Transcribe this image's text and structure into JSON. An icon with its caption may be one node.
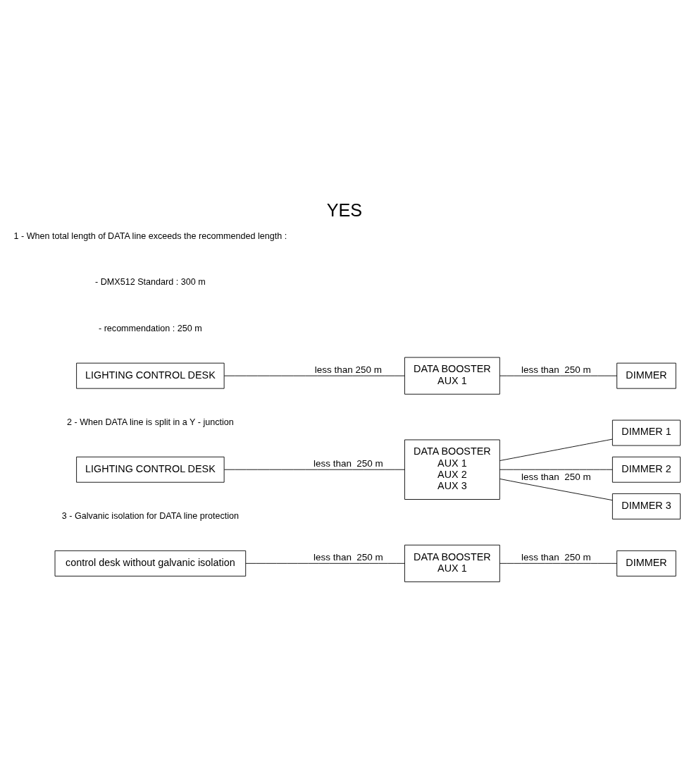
{
  "diagram": {
    "title": "YES",
    "nodes": [
      {
        "text": [
          "LIGHTING CONTROL DESK"
        ]
      },
      {
        "text": [
          "DATA BOOSTER",
          "AUX 1"
        ]
      },
      {
        "text": [
          "DIMMER"
        ]
      },
      {
        "text": [
          "LIGHTING CONTROL DESK"
        ]
      },
      {
        "text": [
          "DATA BOOSTER",
          "AUX 1",
          "AUX 2",
          "AUX 3"
        ]
      },
      {
        "text": [
          "DIMMER 1"
        ]
      },
      {
        "text": [
          "DIMMER 2"
        ]
      },
      {
        "text": [
          "DIMMER 3"
        ]
      },
      {
        "text": [
          "control desk without galvanic isolation"
        ]
      },
      {
        "text": [
          "DATA BOOSTER",
          "AUX 1"
        ]
      },
      {
        "text": [
          "DIMMER"
        ]
      }
    ],
    "edges": [
      {
        "from": 0,
        "to": 1,
        "arrow": "none",
        "label": "less than 250 m"
      },
      {
        "from": 1,
        "to": 2,
        "arrow": "none",
        "label": "less than  250 m"
      },
      {
        "from": 3,
        "to": 4,
        "arrow": "none",
        "label": "less than  250 m"
      },
      {
        "from": 4,
        "to": 5,
        "arrow": "none"
      },
      {
        "from": 4,
        "to": 6,
        "arrow": "none"
      },
      {
        "from": 4,
        "to": 7,
        "arrow": "none",
        "label": "less than  250 m"
      },
      {
        "from": 8,
        "to": 9,
        "arrow": "none",
        "label": "less than  250 m"
      },
      {
        "from": 9,
        "to": 10,
        "arrow": "none",
        "label": "less than  250 m"
      }
    ],
    "labels": [
      "1 - When total length of DATA line exceeds the recommended length :",
      "- DMX512 Standard : 300 m",
      "- recommendation : 250 m",
      "2 - When DATA line is split in a Y - junction",
      "3 - Galvanic isolation for DATA line protection"
    ]
  }
}
